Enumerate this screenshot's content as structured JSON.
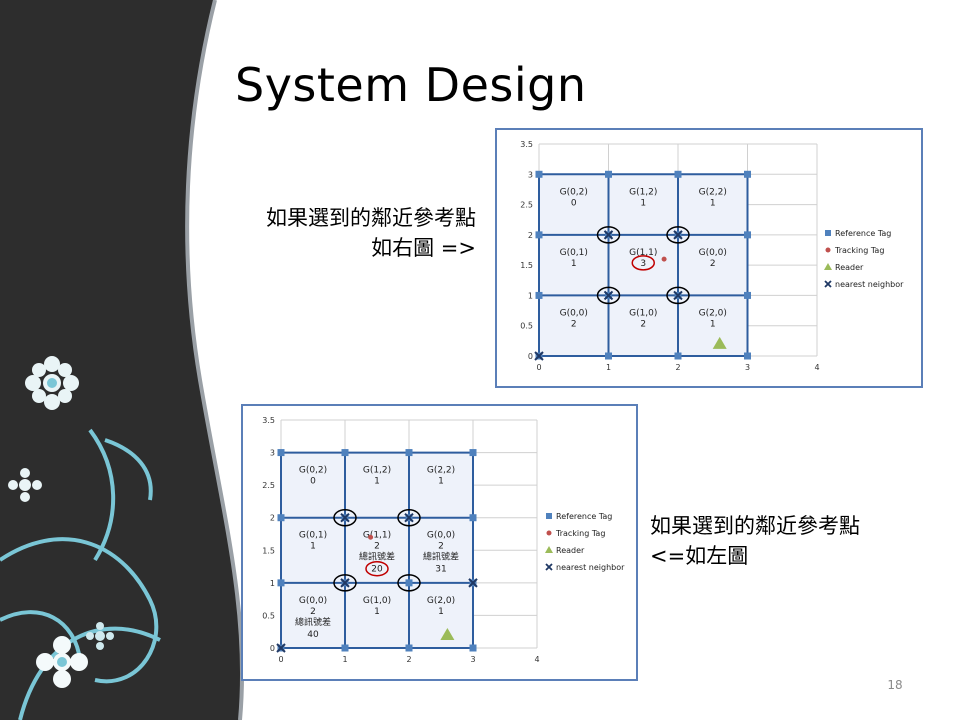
{
  "slide": {
    "title": "System Design",
    "slide_number": "18"
  },
  "captions": {
    "top": [
      "如果選到的鄰近參考點",
      "如右圖 =>"
    ],
    "bottom": [
      "如果選到的鄰近參考點",
      "<=如左圖"
    ]
  },
  "colors": {
    "grid_line": "#2e5d9e",
    "cell_fill": "#eef2fa",
    "reference_tag": "#4f81bd",
    "tracking_tag": "#c0504d",
    "reader": "#9bbb59",
    "neighbor": "#1f3864",
    "highlight_circle": "#000000",
    "highlight_red": "#c00000",
    "frame": "#5b7fb8"
  },
  "chart_data": [
    {
      "type": "scatter",
      "xlim": [
        0,
        4
      ],
      "ylim": [
        0,
        3.5
      ],
      "x_ticks": [
        "0",
        "1",
        "2",
        "3",
        "4"
      ],
      "y_ticks": [
        "0",
        "0.5",
        "1",
        "1.5",
        "2",
        "2.5",
        "3",
        "3.5"
      ],
      "grid": true,
      "legend_position": "right",
      "legend": [
        "Reference Tag",
        "Tracking Tag",
        "Reader",
        "nearest neighbor"
      ],
      "reference_tags": [
        [
          0,
          0
        ],
        [
          1,
          0
        ],
        [
          2,
          0
        ],
        [
          3,
          0
        ],
        [
          0,
          1
        ],
        [
          1,
          1
        ],
        [
          2,
          1
        ],
        [
          3,
          1
        ],
        [
          0,
          2
        ],
        [
          1,
          2
        ],
        [
          2,
          2
        ],
        [
          3,
          2
        ],
        [
          0,
          3
        ],
        [
          1,
          3
        ],
        [
          2,
          3
        ],
        [
          3,
          3
        ]
      ],
      "tracking_tag": [
        1.8,
        1.6
      ],
      "reader": [
        2.6,
        0.2
      ],
      "nearest_neighbors": [
        [
          0,
          0
        ],
        [
          1,
          2
        ],
        [
          2,
          2
        ],
        [
          1,
          1
        ],
        [
          2,
          1
        ]
      ],
      "circled_points": [
        [
          1,
          2
        ],
        [
          2,
          2
        ],
        [
          1,
          1
        ],
        [
          2,
          1
        ]
      ],
      "cells": [
        {
          "x": 0,
          "y": 2,
          "label": "G(0,2)",
          "value": "0"
        },
        {
          "x": 1,
          "y": 2,
          "label": "G(1,2)",
          "value": "1"
        },
        {
          "x": 2,
          "y": 2,
          "label": "G(2,2)",
          "value": "1"
        },
        {
          "x": 0,
          "y": 1,
          "label": "G(0,1)",
          "value": "1"
        },
        {
          "x": 1,
          "y": 1,
          "label": "G(1,1)",
          "value": "3",
          "highlight": true
        },
        {
          "x": 2,
          "y": 1,
          "label": "G(0,0)",
          "value": "2"
        },
        {
          "x": 0,
          "y": 0,
          "label": "G(0,0)",
          "value": "2"
        },
        {
          "x": 1,
          "y": 0,
          "label": "G(1,0)",
          "value": "2"
        },
        {
          "x": 2,
          "y": 0,
          "label": "G(2,0)",
          "value": "1"
        }
      ]
    },
    {
      "type": "scatter",
      "xlim": [
        0,
        4
      ],
      "ylim": [
        0,
        3.5
      ],
      "x_ticks": [
        "0",
        "1",
        "2",
        "3",
        "4"
      ],
      "y_ticks": [
        "0",
        "0.5",
        "1",
        "1.5",
        "2",
        "2.5",
        "3",
        "3.5"
      ],
      "grid": true,
      "legend_position": "right",
      "legend": [
        "Reference Tag",
        "Tracking Tag",
        "Reader",
        "nearest neighbor"
      ],
      "reference_tags": [
        [
          0,
          0
        ],
        [
          1,
          0
        ],
        [
          2,
          0
        ],
        [
          3,
          0
        ],
        [
          0,
          1
        ],
        [
          1,
          1
        ],
        [
          2,
          1
        ],
        [
          3,
          1
        ],
        [
          0,
          2
        ],
        [
          1,
          2
        ],
        [
          2,
          2
        ],
        [
          3,
          2
        ],
        [
          0,
          3
        ],
        [
          1,
          3
        ],
        [
          2,
          3
        ],
        [
          3,
          3
        ]
      ],
      "tracking_tag": [
        1.4,
        1.7
      ],
      "reader": [
        2.6,
        0.2
      ],
      "nearest_neighbors": [
        [
          0,
          0
        ],
        [
          1,
          2
        ],
        [
          2,
          2
        ],
        [
          1,
          1
        ],
        [
          3,
          1
        ]
      ],
      "circled_points": [
        [
          1,
          2
        ],
        [
          2,
          2
        ],
        [
          1,
          1
        ],
        [
          2,
          1
        ]
      ],
      "cells": [
        {
          "x": 0,
          "y": 2,
          "label": "G(0,2)",
          "value": "0"
        },
        {
          "x": 1,
          "y": 2,
          "label": "G(1,2)",
          "value": "1"
        },
        {
          "x": 2,
          "y": 2,
          "label": "G(2,2)",
          "value": "1"
        },
        {
          "x": 0,
          "y": 1,
          "label": "G(0,1)",
          "value": "1"
        },
        {
          "x": 1,
          "y": 1,
          "label": "G(1,1)",
          "value": "2",
          "note": "總訊號差",
          "note_value": "20",
          "highlight": true
        },
        {
          "x": 2,
          "y": 1,
          "label": "G(0,0)",
          "value": "2",
          "note": "總訊號差",
          "note_value": "31"
        },
        {
          "x": 0,
          "y": 0,
          "label": "G(0,0)",
          "value": "2",
          "note": "總訊號差",
          "note_value": "40"
        },
        {
          "x": 1,
          "y": 0,
          "label": "G(1,0)",
          "value": "1"
        },
        {
          "x": 2,
          "y": 0,
          "label": "G(2,0)",
          "value": "1"
        }
      ]
    }
  ]
}
